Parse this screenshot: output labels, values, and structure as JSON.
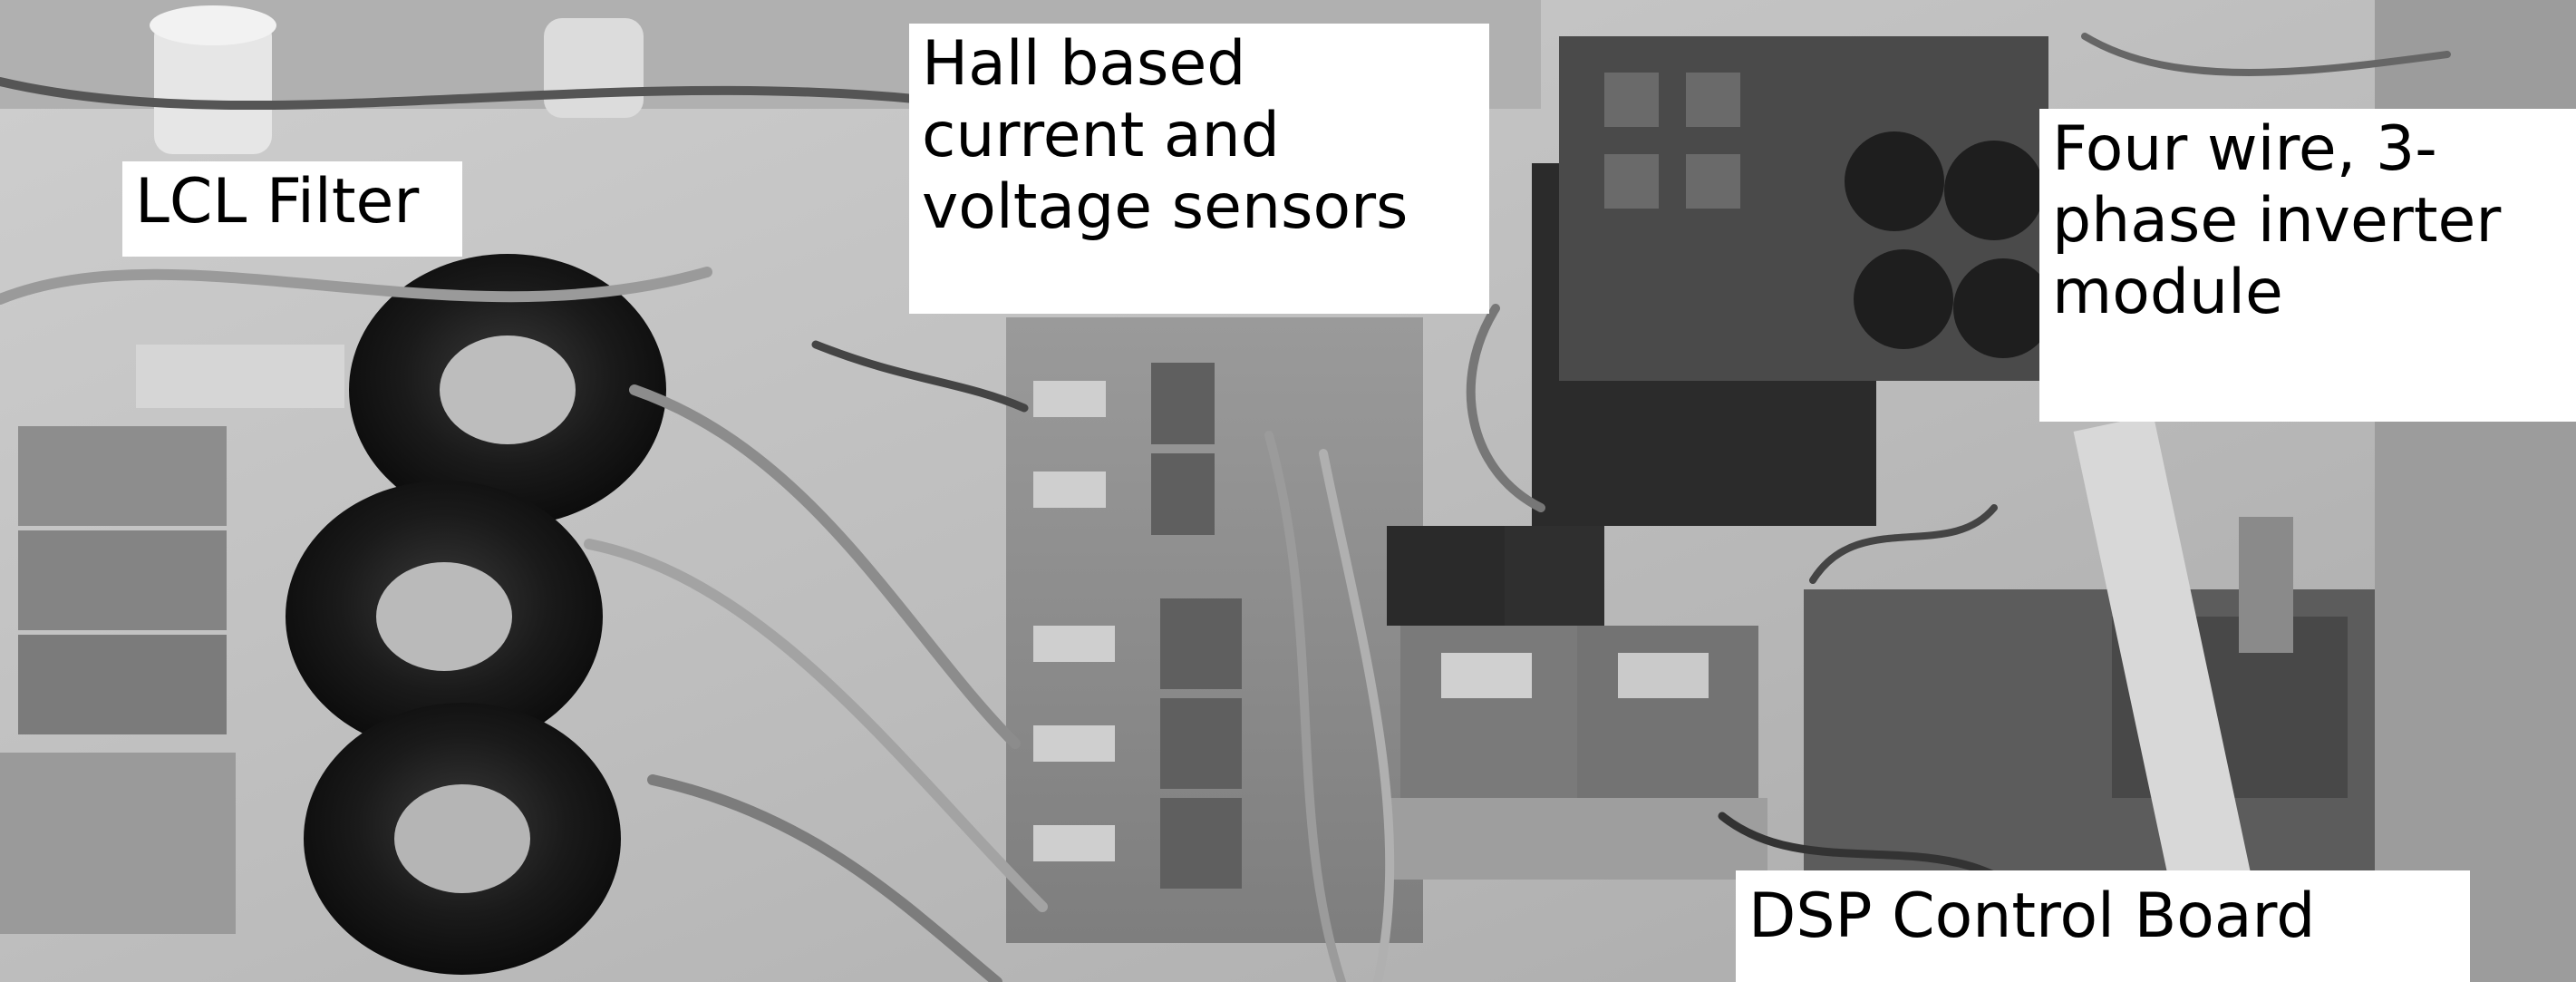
{
  "labels": {
    "lcl_filter": "LCL Filter",
    "hall_sensors": "Hall based\ncurrent and\nvoltage sensors",
    "inverter_module": "Four wire, 3-\nphase inverter\nmodule",
    "dsp_board": "DSP Control Board"
  },
  "colors": {
    "label_background": "#ffffff",
    "label_text": "#000000",
    "photo_tone": "grayscale"
  }
}
